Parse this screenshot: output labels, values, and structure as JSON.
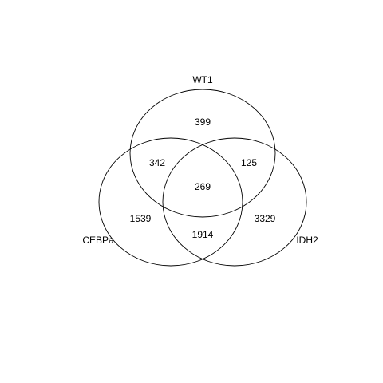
{
  "sets": [
    {
      "id": "wt1",
      "name": "WT1"
    },
    {
      "id": "cebpa",
      "name": "CEBPa"
    },
    {
      "id": "idh2",
      "name": "IDH2"
    }
  ],
  "regions": {
    "wt1_only": "399",
    "wt1_cebpa": "342",
    "wt1_idh2": "125",
    "all_three": "269",
    "cebpa_only": "1539",
    "cebpa_idh2": "1914",
    "idh2_only": "3329"
  },
  "colors": {
    "stroke": "#000000",
    "text": "#000000",
    "background": "#ffffff"
  }
}
